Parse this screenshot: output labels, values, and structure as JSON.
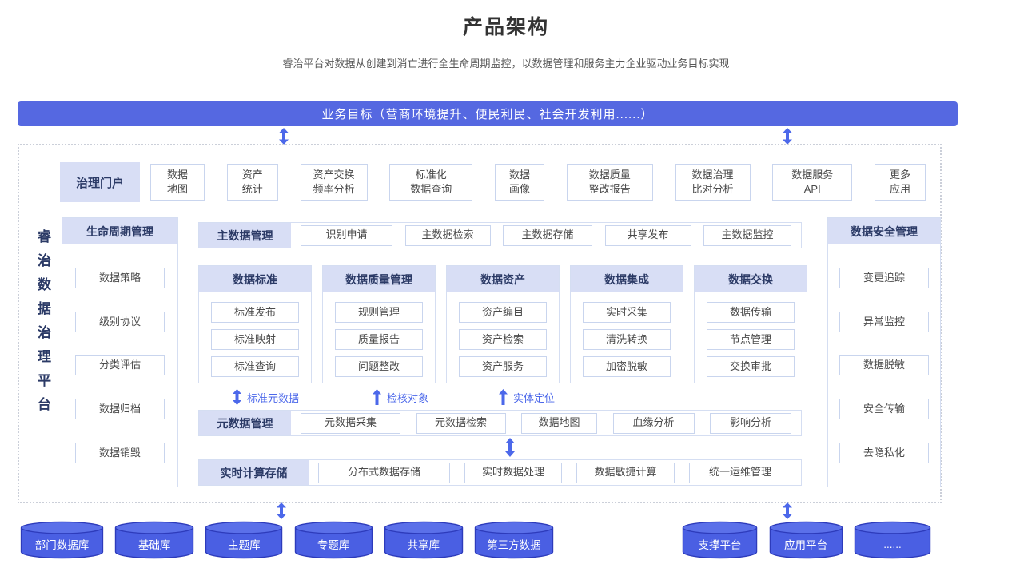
{
  "page": {
    "title": "产品架构",
    "subtitle": "睿治平台对数据从创建到消亡进行全生命周期监控，以数据管理和服务主力企业驱动业务目标实现"
  },
  "banner": {
    "label": "业务目标（营商环境提升、便民利民、社会开发利用......）"
  },
  "platform": {
    "vertical_label": "睿治数据治理平台"
  },
  "portal": {
    "header": "治理门户",
    "items": [
      "数据\n地图",
      "资产\n统计",
      "资产交换\n频率分析",
      "标准化\n数据查询",
      "数据\n画像",
      "数据质量\n整改报告",
      "数据治理\n比对分析",
      "数据服务\nAPI",
      "更多\n应用"
    ]
  },
  "lifecycle": {
    "header": "生命周期管理",
    "items": [
      "数据策略",
      "级别协议",
      "分类评估",
      "数据归档",
      "数据销毁"
    ]
  },
  "master_data": {
    "header": "主数据管理",
    "items": [
      "识别申请",
      "主数据检索",
      "主数据存储",
      "共享发布",
      "主数据监控"
    ]
  },
  "columns": [
    {
      "header": "数据标准",
      "items": [
        "标准发布",
        "标准映射",
        "标准查询"
      ]
    },
    {
      "header": "数据质量管理",
      "items": [
        "规则管理",
        "质量报告",
        "问题整改"
      ]
    },
    {
      "header": "数据资产",
      "items": [
        "资产编目",
        "资产检索",
        "资产服务"
      ]
    },
    {
      "header": "数据集成",
      "items": [
        "实时采集",
        "清洗转换",
        "加密脱敏"
      ]
    },
    {
      "header": "数据交换",
      "items": [
        "数据传输",
        "节点管理",
        "交换审批"
      ]
    }
  ],
  "flow_labels": [
    {
      "label": "标准元数据",
      "arrow": "double"
    },
    {
      "label": "检核对象",
      "arrow": "up"
    },
    {
      "label": "实体定位",
      "arrow": "up"
    }
  ],
  "metadata": {
    "header": "元数据管理",
    "items": [
      "元数据采集",
      "元数据检索",
      "数据地图",
      "血缘分析",
      "影响分析"
    ]
  },
  "realtime": {
    "header": "实时计算存储",
    "items": [
      "分布式数据存储",
      "实时数据处理",
      "数据敏捷计算",
      "统一运维管理"
    ]
  },
  "security": {
    "header": "数据安全管理",
    "items": [
      "变更追踪",
      "异常监控",
      "数据脱敏",
      "安全传输",
      "去隐私化"
    ]
  },
  "databases": {
    "left": [
      "部门数据库",
      "基础库",
      "主题库",
      "专题库",
      "共享库",
      "第三方数据"
    ],
    "right": [
      "支撑平台",
      "应用平台",
      "......"
    ]
  },
  "colors": {
    "banner_blue": "#5568E1",
    "header_bg": "#D8DEF5",
    "header_text": "#2B3A66",
    "item_border": "#C9D5EE",
    "arrow_blue": "#4C68EA",
    "cylinder_body": "#4A5FE3",
    "cylinder_top": "#5B70E9",
    "cylinder_border": "#2D3BBB"
  }
}
